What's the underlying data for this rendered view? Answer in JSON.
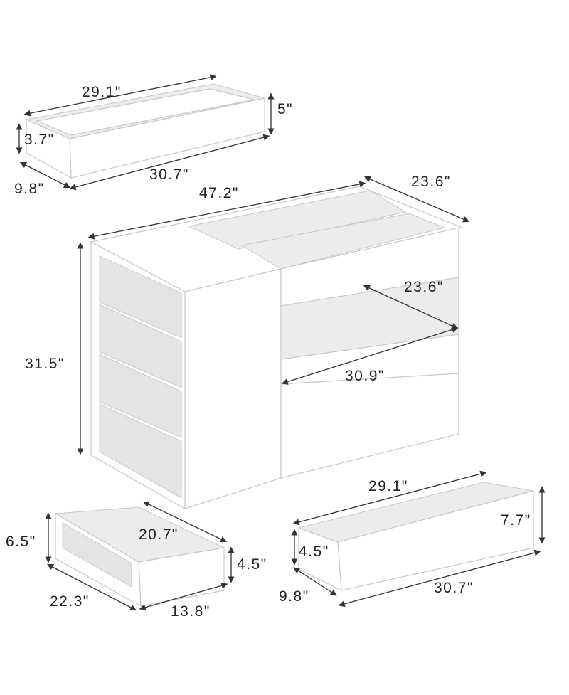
{
  "colors": {
    "background": "#ffffff",
    "furniture": "#f4f4f4",
    "text": "#222222"
  },
  "top_drawer": {
    "length_top": "29.1\"",
    "height_outer": "5\"",
    "height_inner": "3.7\"",
    "depth": "9.8\"",
    "length_bottom": "30.7\""
  },
  "main_unit": {
    "width": "47.2\"",
    "depth": "23.6\"",
    "height": "31.5\"",
    "shelf_depth": "23.6\"",
    "shelf_width": "30.9\""
  },
  "small_drawer": {
    "height_outer": "6.5\"",
    "inner_length": "20.7\"",
    "height_inner": "4.5\"",
    "depth": "22.3\"",
    "width": "13.8\""
  },
  "bottom_drawer": {
    "length_top": "29.1\"",
    "height_outer": "7.7\"",
    "height_inner": "4.5\"",
    "depth": "9.8\"",
    "length_bottom": "30.7\""
  }
}
